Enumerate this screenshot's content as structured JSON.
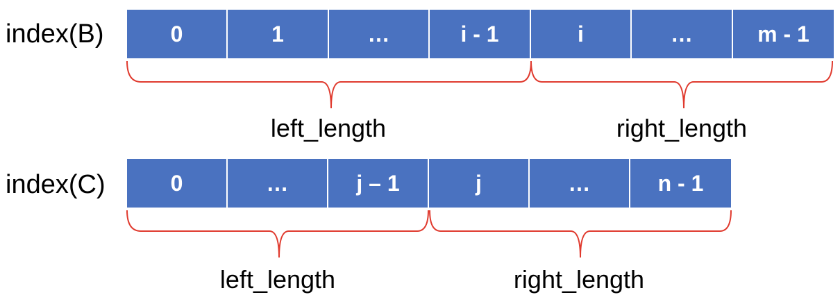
{
  "arrays": [
    {
      "label": "index(B)",
      "cells": [
        "0",
        "1",
        "…",
        "i - 1",
        "i",
        "…",
        "m - 1"
      ],
      "braces": [
        {
          "label": "left_length"
        },
        {
          "label": "right_length"
        }
      ]
    },
    {
      "label": "index(C)",
      "cells": [
        "0",
        "…",
        "j – 1",
        "j",
        "…",
        "n - 1"
      ],
      "braces": [
        {
          "label": "left_length"
        },
        {
          "label": "right_length"
        }
      ]
    }
  ],
  "colors": {
    "cell_fill": "#4a72c0",
    "cell_text": "#ffffff",
    "brace": "#e03a2e"
  }
}
